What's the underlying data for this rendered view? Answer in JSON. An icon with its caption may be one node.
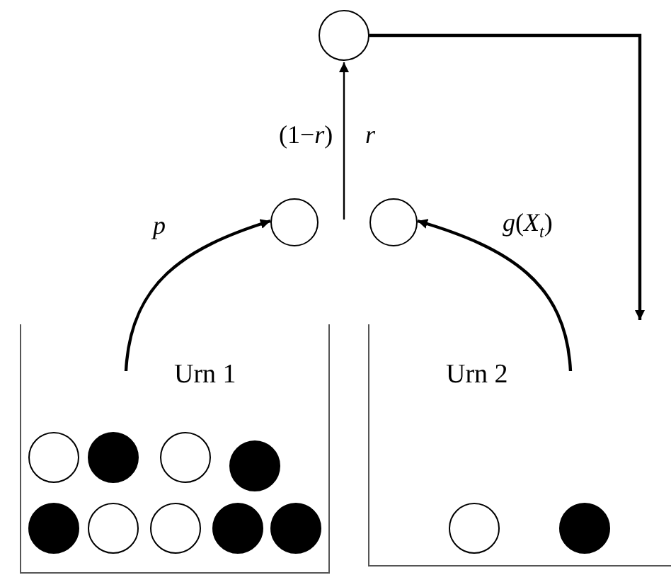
{
  "diagram": {
    "nodes": [
      {
        "text": [],
        "shape": "circle"
      },
      {
        "text": [],
        "shape": "circle"
      },
      {
        "text": [],
        "shape": "circle"
      },
      {
        "text": [
          "Urn 1"
        ]
      },
      {
        "text": [],
        "shape": "circle",
        "in": 3
      },
      {
        "text": [],
        "shape": "circle",
        "in": 3
      },
      {
        "text": [],
        "shape": "circle",
        "in": 3
      },
      {
        "text": [],
        "shape": "circle",
        "in": 3
      },
      {
        "text": [],
        "shape": "circle",
        "in": 3
      },
      {
        "text": [],
        "shape": "circle",
        "in": 3
      },
      {
        "text": [],
        "shape": "circle",
        "in": 3
      },
      {
        "text": [],
        "shape": "circle",
        "in": 3
      },
      {
        "text": [],
        "shape": "circle",
        "in": 3
      },
      {
        "text": [
          "Urn 2"
        ]
      },
      {
        "text": [],
        "shape": "circle",
        "in": 13
      },
      {
        "text": [],
        "shape": "circle",
        "in": 13
      }
    ],
    "edges": [
      {
        "from": 3,
        "to": 1,
        "arrow": "to",
        "label": "p"
      },
      {
        "from": 13,
        "to": 2,
        "arrow": "to",
        "label": "*g*(*X*$_{t}$)"
      },
      {
        "from": 1,
        "to": 0,
        "arrow": "to",
        "label": "(1−*r*)"
      },
      {
        "from": 2,
        "to": 0,
        "arrow": "to",
        "label": "r"
      },
      {
        "from": 0,
        "to": 13,
        "arrow": "to"
      }
    ]
  }
}
